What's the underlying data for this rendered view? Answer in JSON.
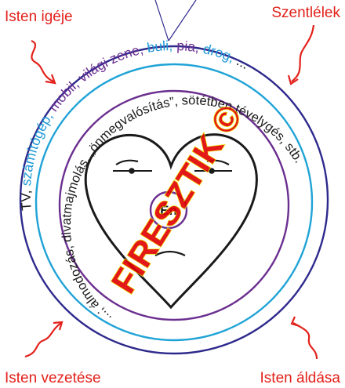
{
  "labels": {
    "top_left": "Isten igéje",
    "top_right": "Szentlélek",
    "bottom_left": "Isten vezetése",
    "bottom_right": "Isten áldása"
  },
  "outer_ring_text": {
    "part_black_1": "TV,",
    "part_blue_1": " számítógép,",
    "part_purple_1": " mobil, világi zene,",
    "part_blue_2": " buli,",
    "part_purple_2": " pia,",
    "part_blue_3": " drog,",
    "part_black_2": " ..."
  },
  "inner_ring_text": "...; álmodozás, divatmajmolás, „önmegvalósítás”, sötétben tévelygés, stb.",
  "center_label": "Én",
  "watermark": "FIRESZTIK ©",
  "colors": {
    "outer_circle": "#2e2a8c",
    "middle_circle": "#1fa3d6",
    "inner_circle": "#6b2f8f",
    "label_red": "#e3211b",
    "arrow_red": "#e3211b",
    "blue_text": "#1e9ad6",
    "purple_text": "#6a2e91",
    "black_text": "#1a1a1a",
    "watermark_red": "#e00000",
    "watermark_yellow": "#f2e600"
  }
}
